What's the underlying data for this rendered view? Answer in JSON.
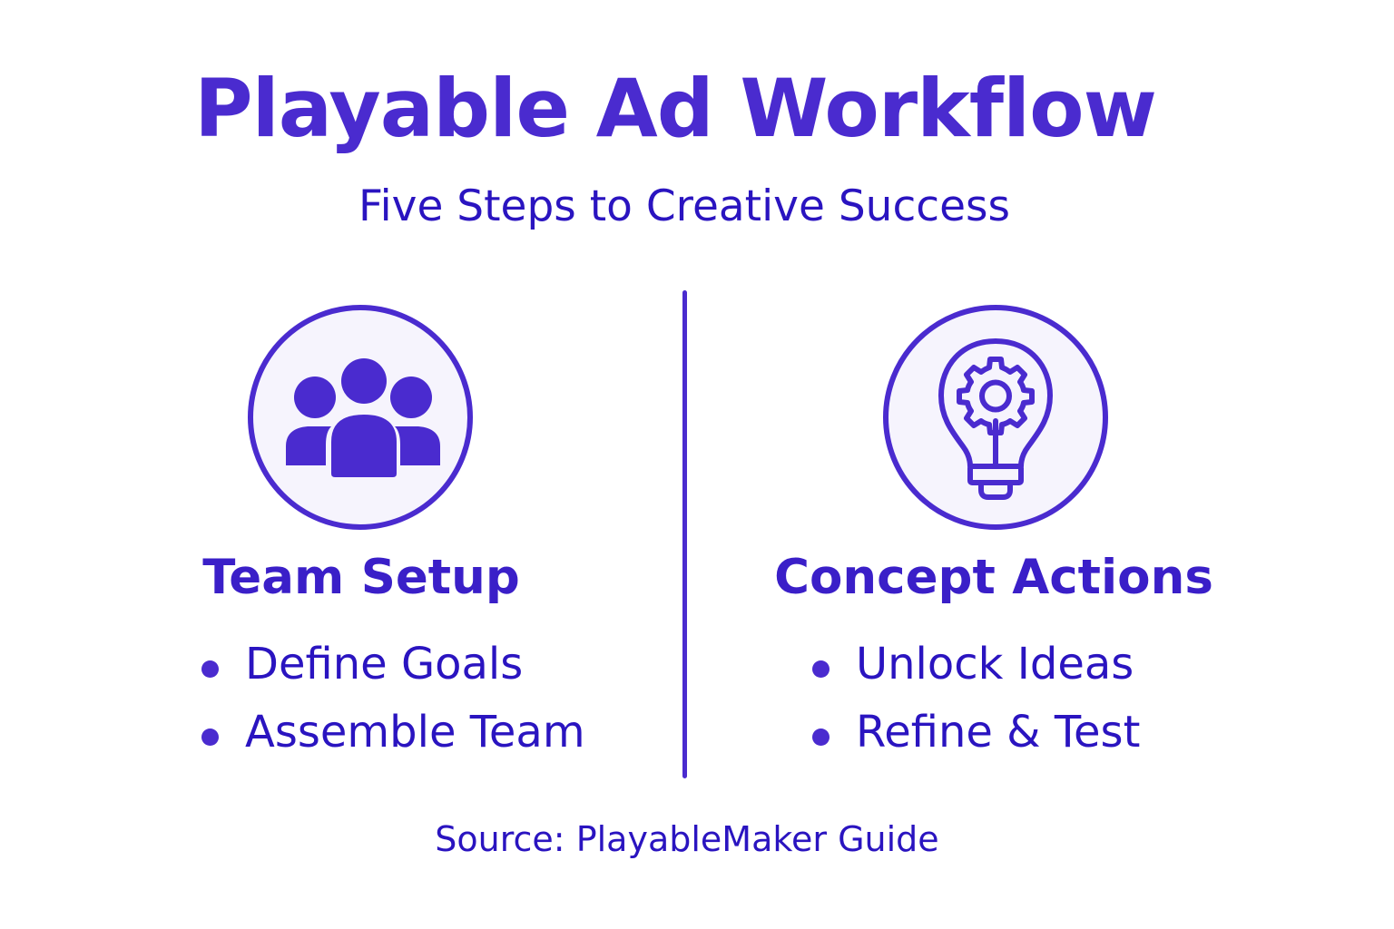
{
  "header": {
    "title": "Playable Ad Workflow",
    "subtitle": "Five Steps to Creative Success"
  },
  "colors": {
    "accent": "#4a2bcf",
    "text": "#2a14c0",
    "circle_fill": "#f6f4fd",
    "background": "#ffffff"
  },
  "sections": [
    {
      "icon": "team-group-icon",
      "heading": "Team Setup",
      "bullets": [
        "Define Goals",
        "Assemble Team"
      ]
    },
    {
      "icon": "lightbulb-gear-icon",
      "heading": "Concept Actions",
      "bullets": [
        "Unlock Ideas",
        "Refine & Test"
      ]
    }
  ],
  "footer": {
    "source": "Source: PlayableMaker Guide"
  }
}
